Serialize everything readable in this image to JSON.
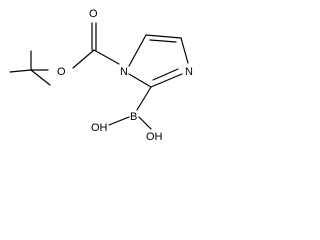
{
  "molecule": {
    "atoms": {
      "O_carbonyl": "O",
      "O_ester": "O",
      "N_ring_1": "N",
      "N_ring_2": "N",
      "B": "B",
      "OH_left": "OH",
      "OH_right": "OH"
    }
  }
}
